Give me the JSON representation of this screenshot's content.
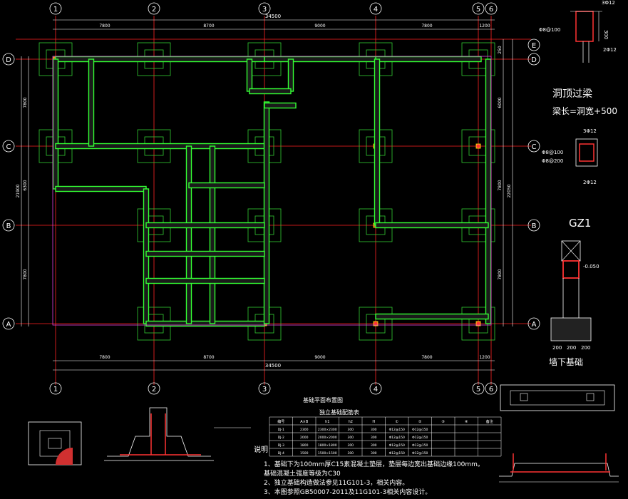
{
  "colors": {
    "background": "#000000",
    "grid_axis": "#ff2222",
    "wall_beam": "#33ff33",
    "wall_fill": "#bbbbbb",
    "outline_magenta": "#e040e0",
    "footing_green": "#33cc33",
    "dimension": "#ffffff",
    "note_text": "#ffffff",
    "yellow": "#ffff00",
    "cyan": "#00ffff"
  },
  "axes": {
    "top_numbers": [
      "1",
      "2",
      "3",
      "4",
      "5",
      "6"
    ],
    "bottom_numbers": [
      "1",
      "2",
      "3",
      "4",
      "5",
      "6"
    ],
    "left_letters": [
      "D",
      "C",
      "B",
      "A"
    ],
    "right_letters": [
      "E",
      "D",
      "C",
      "B",
      "A"
    ]
  },
  "dimensions": {
    "top_total": "34500",
    "top_spans": [
      "7800",
      "8700",
      "9000",
      "7800",
      "1200"
    ],
    "bottom_total": "34500",
    "bottom_spans": [
      "7800",
      "8700",
      "9000",
      "7800",
      "1200"
    ],
    "left_total": "21900",
    "left_spans": [
      "7800",
      "6300",
      "7800"
    ],
    "right_total": "22050",
    "right_spans": [
      "250",
      "6000",
      "7800",
      "7800"
    ]
  },
  "details": {
    "lintel_title": "洞顶过梁",
    "lintel_subtitle": "梁长=洞宽+500",
    "gz1_title": "GZ1",
    "wall_foundation_title": "墙下基础",
    "callout_top_a": "3Φ12",
    "callout_top_b": "3Φ12",
    "callout_mid_a": "2Φ12",
    "callout_mid_b": "2Φ12",
    "dim_300": "300",
    "stirrup_1": "Φ8@100",
    "stirrup_2": "Φ8@200",
    "found_dims": [
      "200",
      "200",
      "200"
    ],
    "found_level": "-0.050"
  },
  "table": {
    "title": "独立基础配筋表",
    "headers": [
      "编号",
      "A×B",
      "h1",
      "h2",
      "H",
      "①",
      "②",
      "③",
      "④",
      "备注"
    ],
    "rows": [
      [
        "DJ-1",
        "2300",
        "2300×2300",
        "300",
        "300",
        "Φ12@150",
        "Φ12@150",
        "",
        "",
        ""
      ],
      [
        "DJ-2",
        "2000",
        "2000×2000",
        "300",
        "300",
        "Φ12@150",
        "Φ12@150",
        "",
        "",
        ""
      ],
      [
        "DJ-3",
        "1800",
        "1800×1800",
        "300",
        "300",
        "Φ12@150",
        "Φ12@150",
        "",
        "",
        ""
      ],
      [
        "DJ-4",
        "1500",
        "1500×1500",
        "300",
        "300",
        "Φ12@150",
        "Φ12@150",
        "",
        "",
        ""
      ]
    ]
  },
  "notes": {
    "heading": "说明",
    "top_label": "基础平面布置图",
    "lines": [
      "1、基础下为100mm厚C15素混凝土垫层，垫层每边宽出基础边缘100mm。",
      "   基础混凝土强度等级为C30",
      "2、独立基础构造做法参见11G101-3，相关内容。",
      "3、本图参照GB50007-2011及11G101-3相关内容设计。"
    ]
  }
}
